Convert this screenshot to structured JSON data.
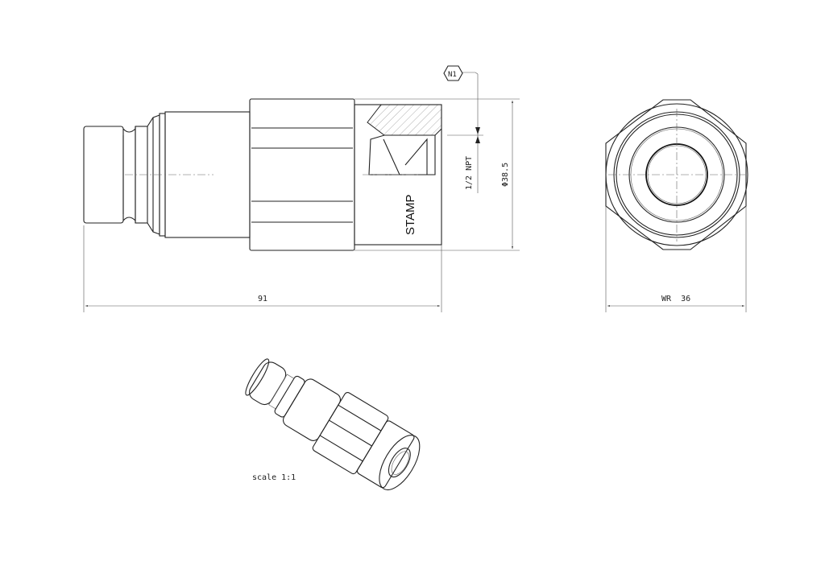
{
  "side_view": {
    "stamp_label": "STAMP",
    "thread_label": "1/2 NPT",
    "diameter_label": "Φ38.5",
    "length_label": "91",
    "note_tag": "N1"
  },
  "end_view": {
    "wrench_size_label": "WR  36"
  },
  "iso_view": {
    "scale_label": "scale 1:1"
  }
}
